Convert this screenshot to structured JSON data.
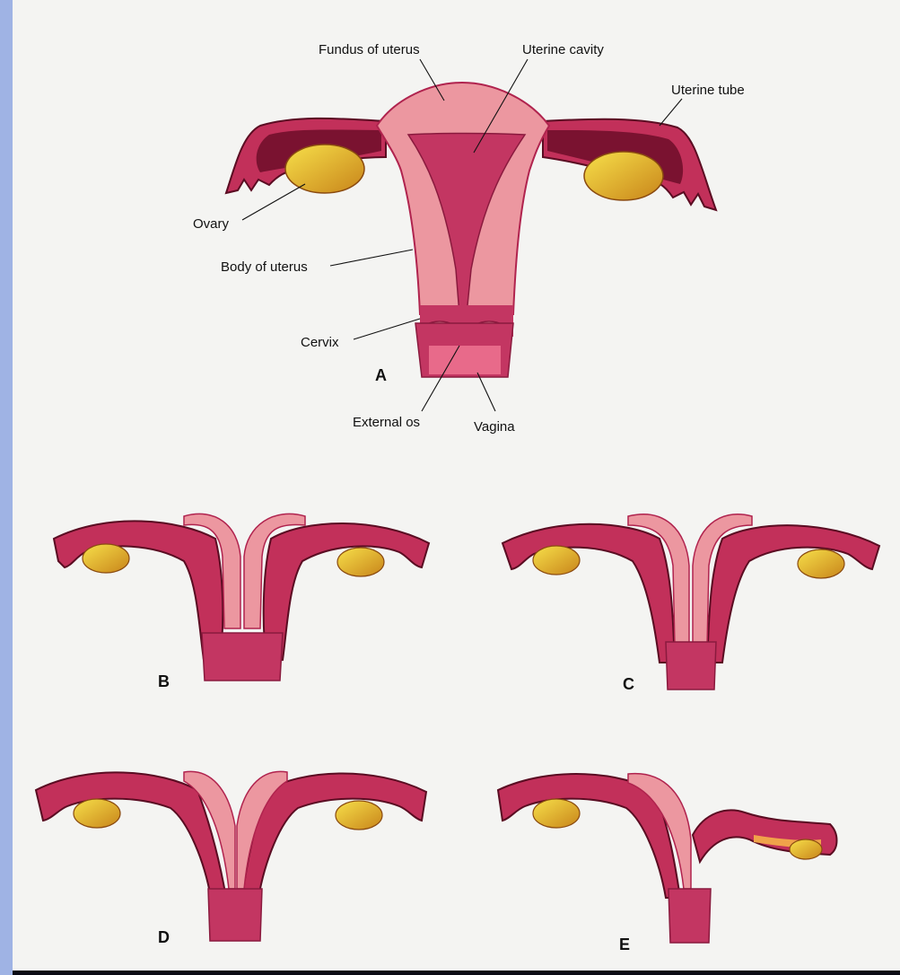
{
  "labels": {
    "fundus": "Fundus of uterus",
    "cavity": "Uterine cavity",
    "tube": "Uterine tube",
    "ovary": "Ovary",
    "body": "Body of uterus",
    "cervix": "Cervix",
    "external_os": "External os",
    "vagina": "Vagina"
  },
  "panels": {
    "a": "A",
    "b": "B",
    "c": "C",
    "d": "D",
    "e": "E"
  },
  "colors": {
    "outer": "#e9939a",
    "wall": "#b0234e",
    "dark": "#5a0c22",
    "ovary": "#d89a1c",
    "ovary_light": "#f3cf3a",
    "tube_fill": "#f0a34a"
  }
}
